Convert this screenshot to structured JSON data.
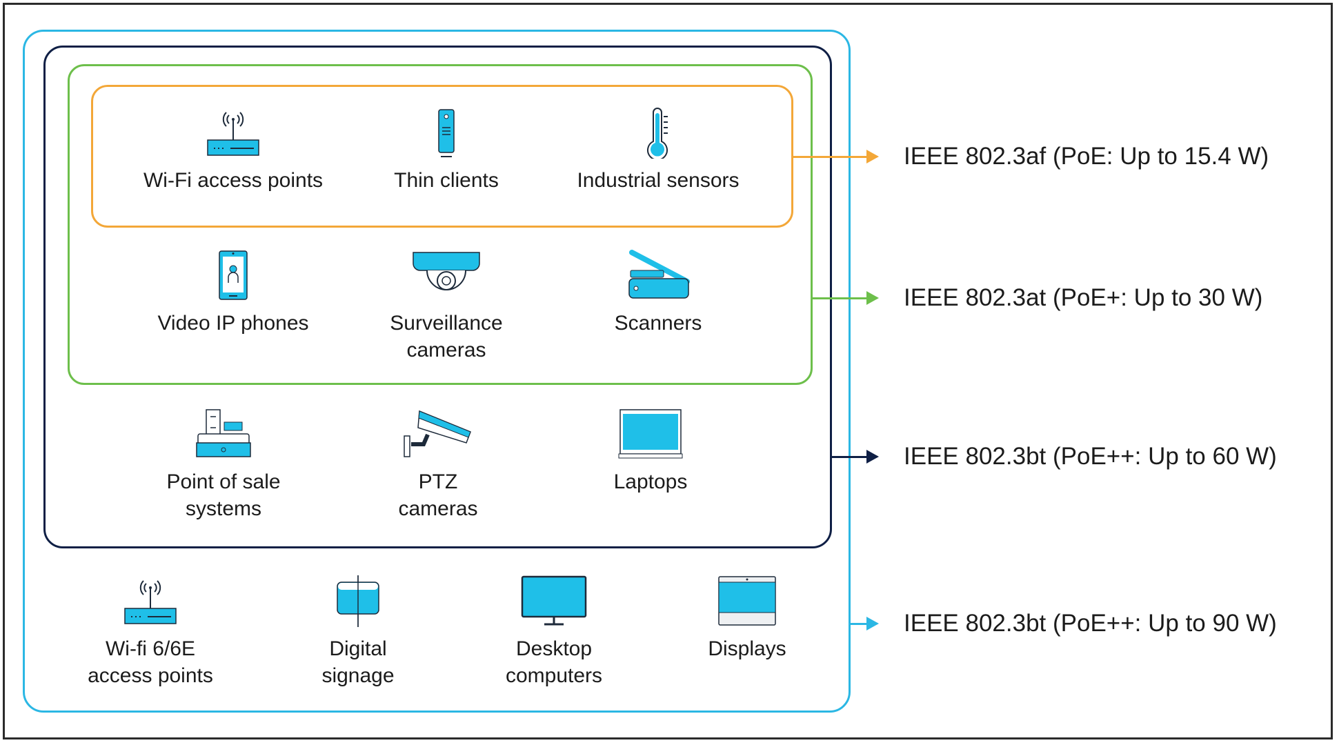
{
  "tiers": [
    {
      "standard": "IEEE 802.3af (PoE: Up to 15.4 W)",
      "color": "#f3a738",
      "devices": [
        [
          "Wi-Fi access points"
        ],
        [
          "Thin clients"
        ],
        [
          "Industrial sensors"
        ]
      ]
    },
    {
      "standard": "IEEE 802.3at (PoE+: Up to 30 W)",
      "color": "#6dbf4b",
      "devices": [
        [
          "Video IP phones"
        ],
        [
          "Surveillance",
          "cameras"
        ],
        [
          "Scanners"
        ]
      ]
    },
    {
      "standard": "IEEE 802.3bt (PoE++: Up to 60 W)",
      "color": "#0f1f45",
      "devices": [
        [
          "Point of sale",
          "systems"
        ],
        [
          "PTZ",
          "cameras"
        ],
        [
          "Laptops"
        ]
      ]
    },
    {
      "standard": "IEEE 802.3bt (PoE++: Up to 90 W)",
      "color": "#2bb7e4",
      "devices": [
        [
          "Wi-fi 6/6E",
          "access points"
        ],
        [
          "Digital",
          "signage"
        ],
        [
          "Desktop",
          "computers"
        ],
        [
          "Displays"
        ]
      ]
    }
  ],
  "icon_color": "#1fbfe8"
}
